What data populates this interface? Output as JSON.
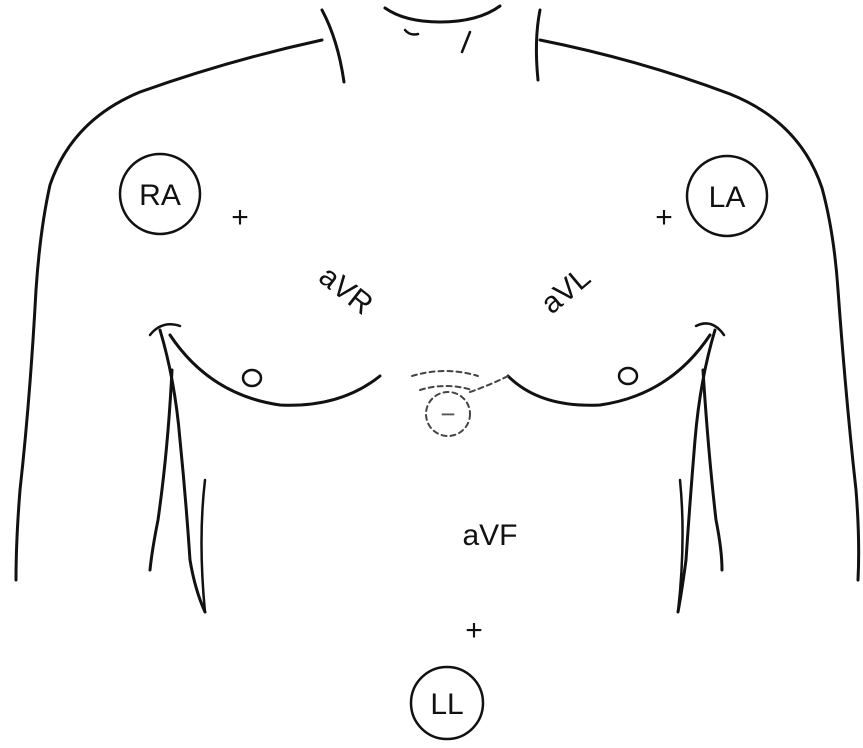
{
  "electrodes": {
    "right_arm": "RA",
    "left_arm": "LA",
    "left_leg": "LL"
  },
  "leads": {
    "avr": "aVR",
    "avl": "aVL",
    "avf": "aVF"
  },
  "polarity": {
    "positive": "+",
    "negative": "−"
  }
}
